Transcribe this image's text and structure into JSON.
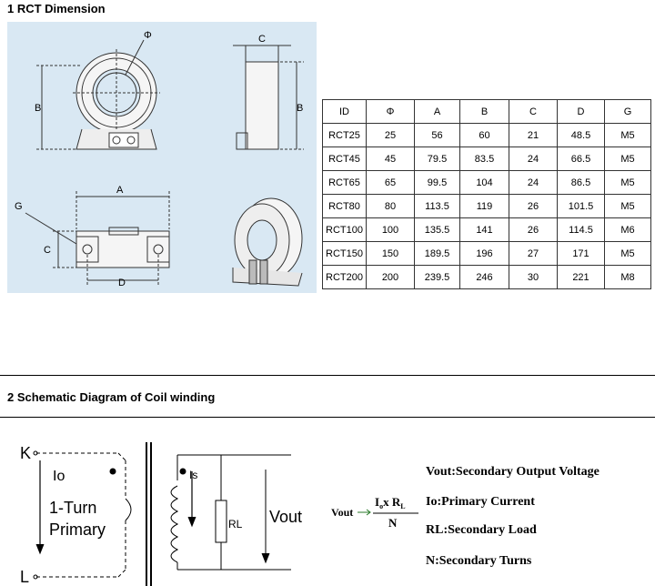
{
  "section1": {
    "title": "1 RCT Dimension",
    "drawing_labels": {
      "phi": "Φ",
      "c_top": "C",
      "b_left": "B",
      "b_right": "B",
      "a": "A",
      "g": "G",
      "c_left": "C",
      "d": "D"
    }
  },
  "table": {
    "headers": [
      "ID",
      "Φ",
      "A",
      "B",
      "C",
      "D",
      "G"
    ],
    "rows": [
      [
        "RCT25",
        "25",
        "56",
        "60",
        "21",
        "48.5",
        "M5"
      ],
      [
        "RCT45",
        "45",
        "79.5",
        "83.5",
        "24",
        "66.5",
        "M5"
      ],
      [
        "RCT65",
        "65",
        "99.5",
        "104",
        "24",
        "86.5",
        "M5"
      ],
      [
        "RCT80",
        "80",
        "113.5",
        "119",
        "26",
        "101.5",
        "M5"
      ],
      [
        "RCT100",
        "100",
        "135.5",
        "141",
        "26",
        "114.5",
        "M6"
      ],
      [
        "RCT150",
        "150",
        "189.5",
        "196",
        "27",
        "171",
        "M5"
      ],
      [
        "RCT200",
        "200",
        "239.5",
        "246",
        "30",
        "221",
        "M8"
      ]
    ]
  },
  "section2": {
    "title": "2 Schematic Diagram of Coil winding",
    "labels": {
      "k": "K",
      "l": "L",
      "io": "Io",
      "primary_line1": "1-Turn",
      "primary_line2": "Primary",
      "is": "Is",
      "rl": "RL",
      "vout": "Vout"
    },
    "formula": {
      "lhs": "Vout",
      "numerator": "I",
      "numerator_sub": "o",
      "numerator_rest": "x R",
      "numerator_rest_sub": "L",
      "denominator": "N"
    },
    "legend": [
      "Vout:Secondary Output Voltage",
      "Io:Primary Current",
      "RL:Secondary  Load",
      "N:Secondary Turns"
    ]
  }
}
